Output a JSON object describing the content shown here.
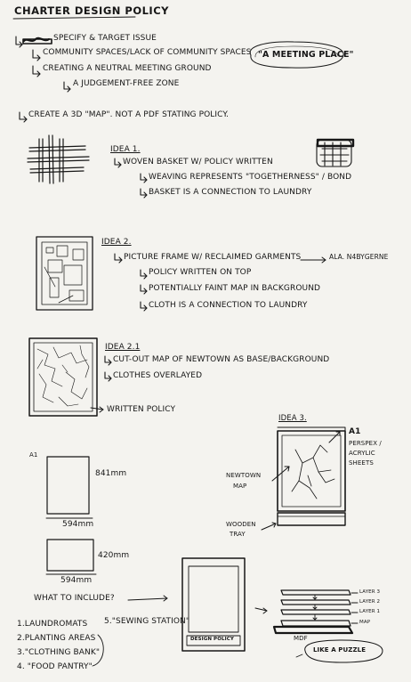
{
  "title": "CHARTER DESIGN POLICY",
  "intro": {
    "line1": "SPECIFY & TARGET ISSUE",
    "line2": "COMMUNITY SPACES/LACK OF COMMUNITY SPACES",
    "line3": "CREATING A NEUTRAL MEETING GROUND",
    "line4": "A JUDGEMENT-FREE ZONE",
    "bubble": "\"A MEETING PLACE\""
  },
  "create_line": "CREATE A 3D \"MAP\". NOT A PDF STATING POLICY.",
  "idea1": {
    "heading": "IDEA 1.",
    "line1": "WOVEN BASKET W/ POLICY WRITTEN",
    "line2": "WEAVING REPRESENTS \"TOGETHERNESS\" / BOND",
    "line3": "BASKET IS A CONNECTION TO LAUNDRY"
  },
  "idea2": {
    "heading": "IDEA 2.",
    "line1": "PICTURE FRAME W/ RECLAIMED GARMENTS",
    "note": "ALA. N4BYGERNE",
    "line2": "POLICY WRITTEN ON TOP",
    "line3": "POTENTIALLY FAINT MAP IN BACKGROUND",
    "line4": "CLOTH IS A CONNECTION TO LAUNDRY"
  },
  "idea21": {
    "heading": "IDEA 2.1",
    "line1": "CUT-OUT MAP OF NEWTOWN AS BASE/BACKGROUND",
    "line2": "CLOTHES OVERLAYED",
    "label": "WRITTEN POLICY"
  },
  "idea3": {
    "heading": "IDEA 3.",
    "a1_label": "A1",
    "perspex_1": "PERSPEX /",
    "perspex_2": "ACRYLIC",
    "perspex_3": "SHEETS",
    "newtown_1": "NEWTOWN",
    "newtown_2": "MAP",
    "tray_1": "WOODEN",
    "tray_2": "TRAY"
  },
  "sizes": {
    "a1_tag": "A1",
    "a1_height": "841mm",
    "a1_width": "594mm",
    "a2_height": "420mm",
    "a2_width": "594mm"
  },
  "include": {
    "heading": "WHAT TO INCLUDE?",
    "item1": "1.LAUNDROMATS",
    "item2": "2.PLANTING AREAS",
    "item3": "3.\"CLOTHING BANK\"",
    "item4": "4. \"FOOD PANTRY\"",
    "item5": "5.\"SEWING STATION\""
  },
  "poster_label": "DESIGN POLICY",
  "layers": {
    "layer3": "LAYER 3",
    "layer2": "LAYER 2",
    "layer1": "LAYER 1",
    "map": "MAP",
    "mdf": "MDF",
    "puzzle": "LIKE A PUZZLE"
  }
}
